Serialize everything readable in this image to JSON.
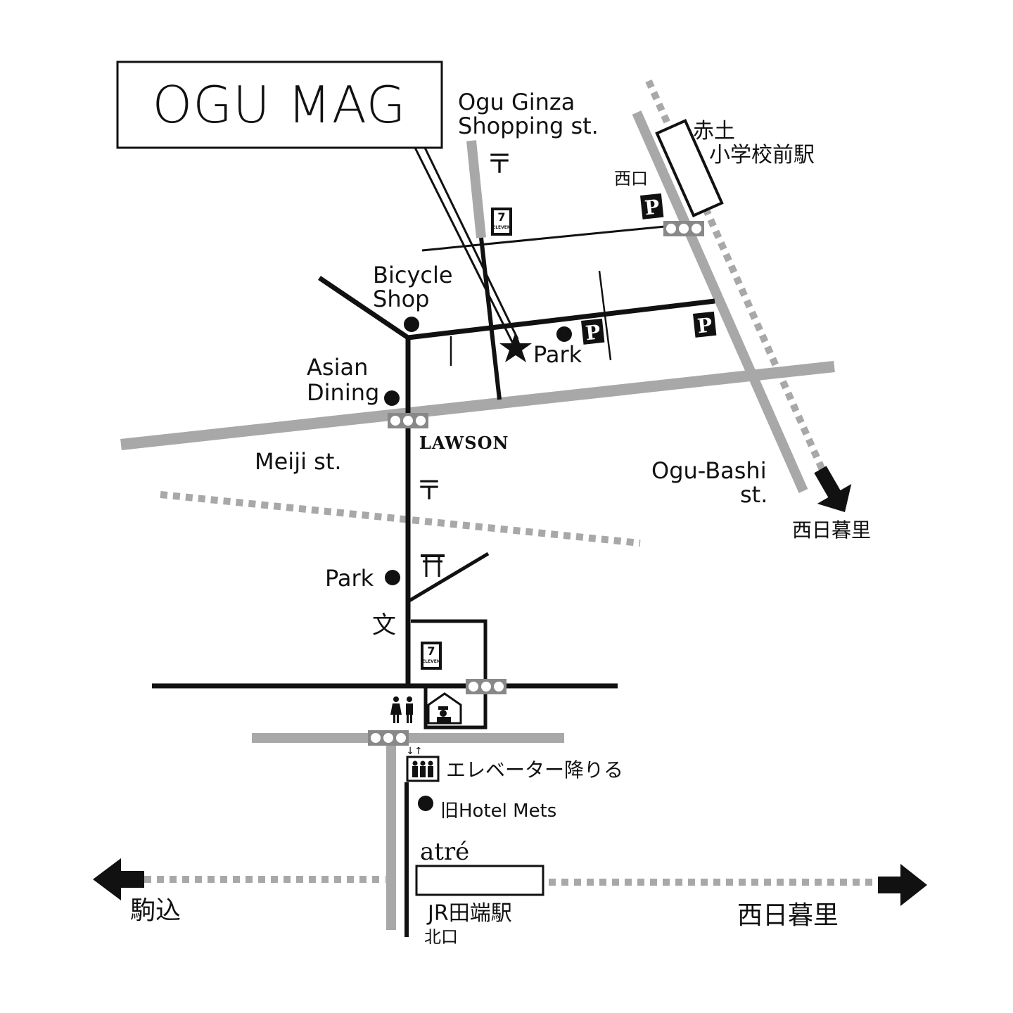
{
  "title": "OGU MAG",
  "streets": {
    "ogu_ginza": [
      "Ogu Ginza",
      "Shopping st."
    ],
    "meiji": "Meiji st.",
    "ogu_bashi": [
      "Ogu-Bashi",
      "st."
    ]
  },
  "places": {
    "bicycle_shop": [
      "Bicycle",
      "Shop"
    ],
    "asian_dining": [
      "Asian",
      "Dining"
    ],
    "park_north": "Park",
    "park_south": "Park",
    "lawson": "LAWSON",
    "seven_eleven_text": "ELEVEN",
    "hotel": "旧Hotel Mets",
    "elevator": "エレベーター降りる",
    "atre": "atré"
  },
  "stations": {
    "akado_line1": "赤土",
    "akado_line2": "小学校前駅",
    "akado_exit": "西口",
    "jr_tabata": "JR田端駅",
    "jr_exit": "北口"
  },
  "directions": {
    "west": "駒込",
    "east": "西日暮里",
    "southeast": "西日暮里"
  },
  "symbols": {
    "post_office": "〒",
    "shrine": "⛩",
    "school": "文",
    "parking": "P"
  },
  "colors": {
    "main_road": "#a8a8a8",
    "street": "#111111",
    "background": "#ffffff"
  }
}
